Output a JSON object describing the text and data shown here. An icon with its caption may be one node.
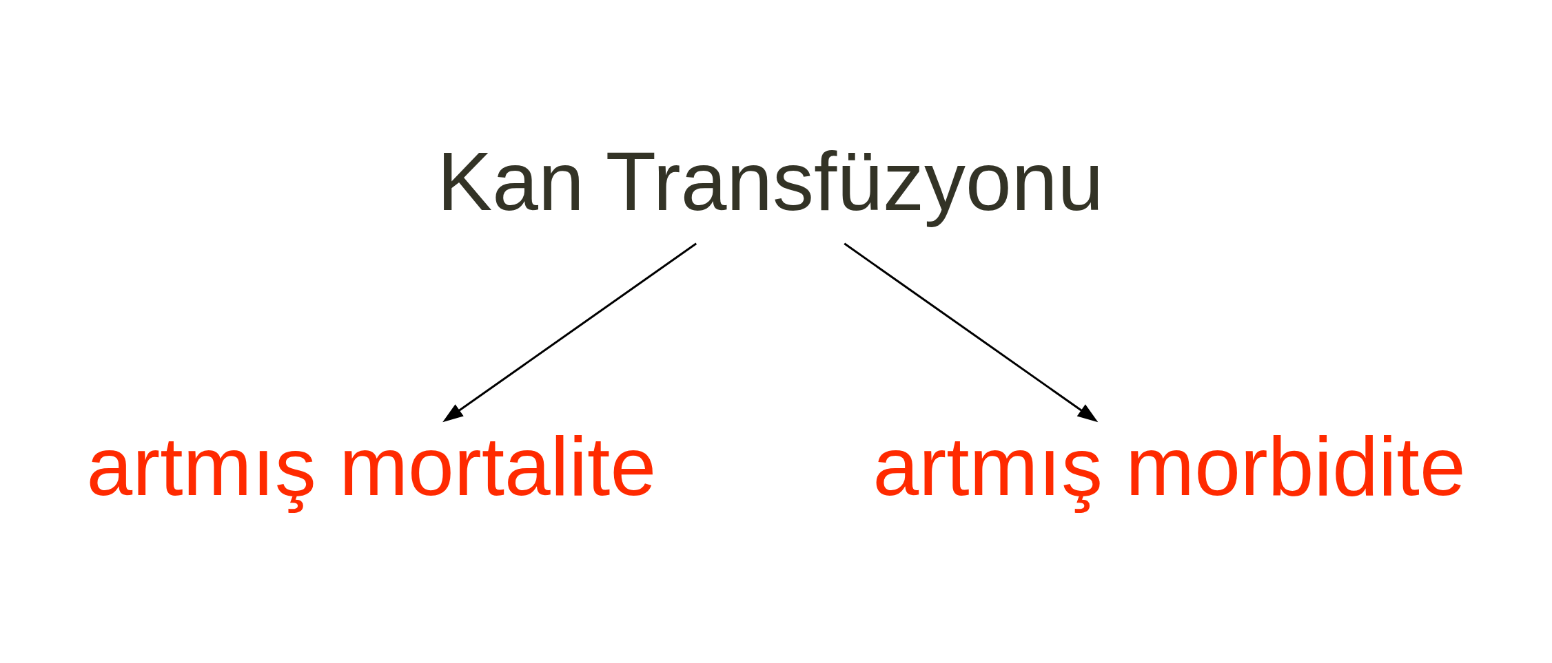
{
  "diagram": {
    "nodes": [
      {
        "text": [
          "Kan Transfüzyonu"
        ]
      },
      {
        "text": [
          "artmış mortalite"
        ]
      },
      {
        "text": [
          "artmış morbidite"
        ]
      }
    ],
    "edges": [
      {
        "from": 0,
        "to": 1,
        "arrow": "to"
      },
      {
        "from": 0,
        "to": 2,
        "arrow": "to"
      }
    ]
  }
}
